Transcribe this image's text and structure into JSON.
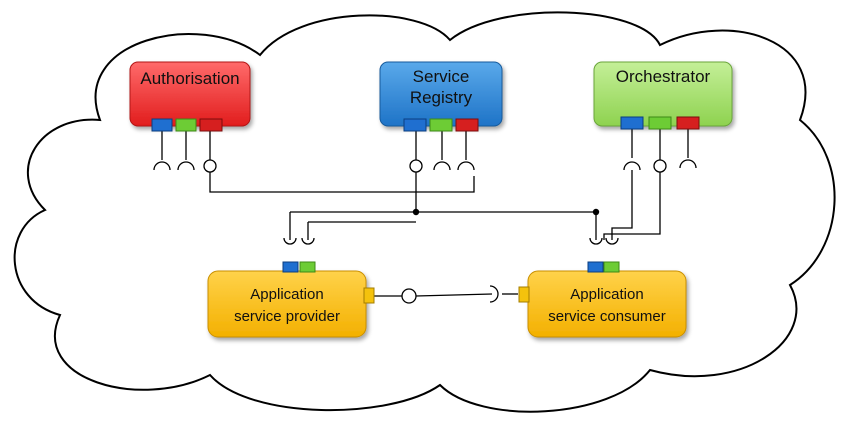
{
  "nodes": {
    "authorisation": {
      "label": "Authorisation",
      "color": "#ee2b2b"
    },
    "service_registry": {
      "lines": [
        "Service",
        "Registry"
      ],
      "color": "#2e86d6"
    },
    "orchestrator": {
      "label": "Orchestrator",
      "color": "#9fdc68"
    },
    "provider": {
      "lines": [
        "Application",
        "service provider"
      ],
      "color": "#fbbe10"
    },
    "consumer": {
      "lines": [
        "Application",
        "service consumer"
      ],
      "color": "#fbbe10"
    }
  },
  "colors": {
    "port_blue": "#1f6fd0",
    "port_green": "#6dcc35",
    "port_red": "#d61f1f",
    "port_yellow": "#f4c20d",
    "cloud_stroke": "#000000"
  }
}
